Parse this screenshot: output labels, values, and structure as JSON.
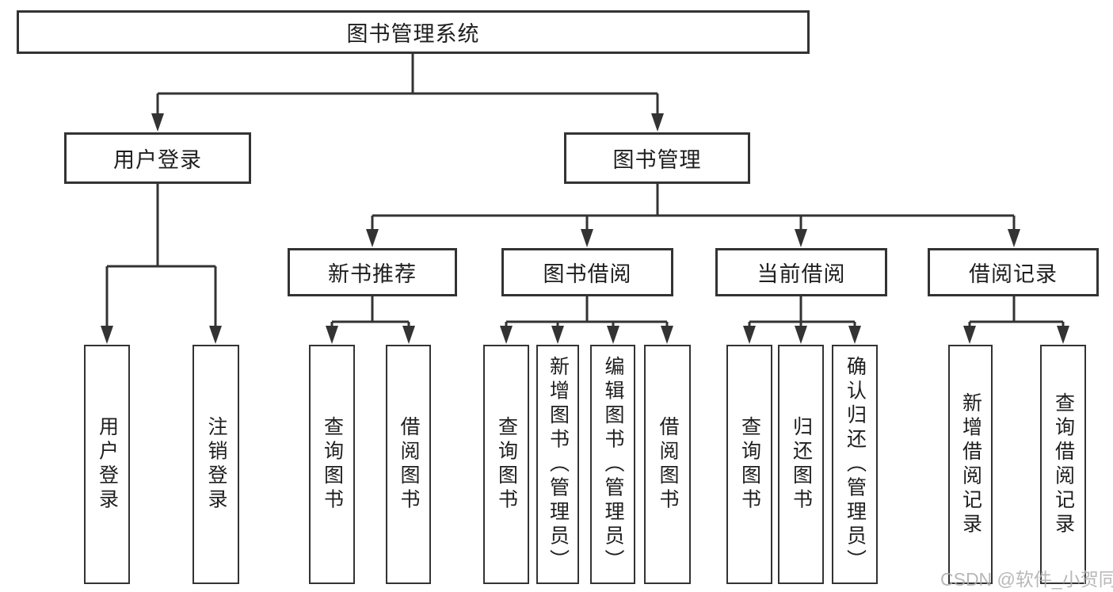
{
  "diagram": {
    "title": "图书管理系统",
    "type": "功能结构图"
  },
  "nodes": {
    "root": "图书管理系统",
    "user_login": "用户登录",
    "book_mgmt": "图书管理",
    "new_book_rec": "新书推荐",
    "book_borrow": "图书借阅",
    "current_borrow": "当前借阅",
    "borrow_records": "借阅记录",
    "leaf_user_login": "用户登录",
    "leaf_logout": "注销登录",
    "leaf_query_books_1": "查询图书",
    "leaf_borrow_books_1": "借阅图书",
    "leaf_query_books_2": "查询图书",
    "leaf_add_books": "新增图书（管理员）",
    "leaf_edit_books": "编辑图书（管理员）",
    "leaf_borrow_books_2": "借阅图书",
    "leaf_query_books_3": "查询图书",
    "leaf_return_books": "归还图书",
    "leaf_confirm_return": "确认归还（管理员）",
    "leaf_add_borrow_record": "新增借阅记录",
    "leaf_query_borrow_record": "查询借阅记录"
  },
  "hierarchy": {
    "图书管理系统": {
      "用户登录": [
        "用户登录",
        "注销登录"
      ],
      "图书管理": {
        "新书推荐": [
          "查询图书",
          "借阅图书"
        ],
        "图书借阅": [
          "查询图书",
          "新增图书（管理员）",
          "编辑图书（管理员）",
          "借阅图书"
        ],
        "当前借阅": [
          "查询图书",
          "归还图书",
          "确认归还（管理员）"
        ],
        "借阅记录": [
          "新增借阅记录",
          "查询借阅记录"
        ]
      }
    }
  },
  "watermark": {
    "text": "CSDN @软件_小贺同学"
  },
  "colors": {
    "background": "#ffffff",
    "box_border": "#333333",
    "connector_line": "#333333",
    "text": "#1e1e1e",
    "watermark": "#acacac"
  }
}
